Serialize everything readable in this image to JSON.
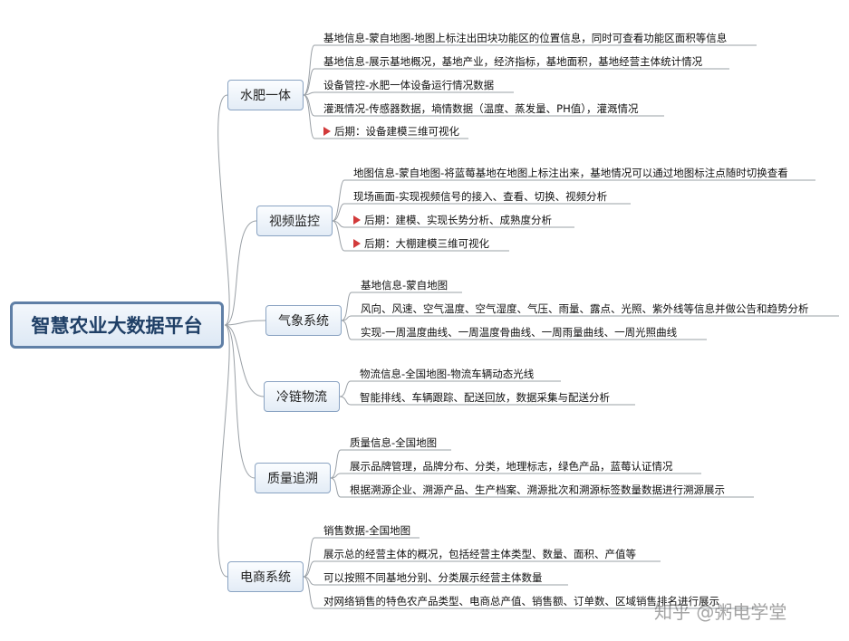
{
  "root": {
    "label": "智慧农业大数据平台"
  },
  "branches": [
    {
      "label": "水肥一体",
      "items": [
        {
          "text": "基地信息-蒙自地图-地图上标注出田块功能区的位置信息，同时可查看功能区面积等信息"
        },
        {
          "text": "基地信息-展示基地概况，基地产业，经济指标，基地面积，基地经营主体统计情况"
        },
        {
          "text": "设备管控-水肥一体设备运行情况数据"
        },
        {
          "text": "灌溉情况-传感器数据，墒情数据（温度、蒸发量、PH值），灌溉情况"
        },
        {
          "text": "后期：设备建模三维可视化",
          "flag": true
        }
      ]
    },
    {
      "label": "视频监控",
      "items": [
        {
          "text": "地图信息-蒙自地图-将蓝莓基地在地图上标注出来，基地情况可以通过地图标注点随时切换查看"
        },
        {
          "text": "现场画面-实现视频信号的接入、查看、切换、视频分析"
        },
        {
          "text": "后期：建模、实现长势分析、成熟度分析",
          "flag": true
        },
        {
          "text": "后期：大棚建模三维可视化",
          "flag": true
        }
      ]
    },
    {
      "label": "气象系统",
      "items": [
        {
          "text": "基地信息-蒙自地图"
        },
        {
          "text": "风向、风速、空气温度、空气湿度、气压、雨量、露点、光照、紫外线等信息并做公告和趋势分析"
        },
        {
          "text": "实现-一周温度曲线、一周温度骨曲线、一周雨量曲线、一周光照曲线"
        }
      ]
    },
    {
      "label": "冷链物流",
      "items": [
        {
          "text": "物流信息-全国地图-物流车辆动态光线"
        },
        {
          "text": "智能排线、车辆跟踪、配送回放，数据采集与配送分析"
        }
      ]
    },
    {
      "label": "质量追溯",
      "items": [
        {
          "text": "质量信息-全国地图"
        },
        {
          "text": "展示品牌管理，品牌分布、分类，地理标志，绿色产品，蓝莓认证情况"
        },
        {
          "text": "根据溯源企业、溯源产品、生产档案、溯源批次和溯源标签数量数据进行溯源展示"
        }
      ]
    },
    {
      "label": "电商系统",
      "items": [
        {
          "text": "销售数据-全国地图"
        },
        {
          "text": "展示总的经营主体的概况，包括经营主体类型、数量、面积、产值等"
        },
        {
          "text": "可以按照不同基地分别、分类展示经营主体数量"
        },
        {
          "text": "对网络销售的特色农产品类型、电商总产值、销售额、订单数、区域销售排名进行展示"
        }
      ]
    }
  ],
  "watermark": "知乎 @粥电学堂",
  "colors": {
    "line": "#9aa0a6",
    "flag": "#d23a3a",
    "root_border": "#5f7fa6"
  }
}
